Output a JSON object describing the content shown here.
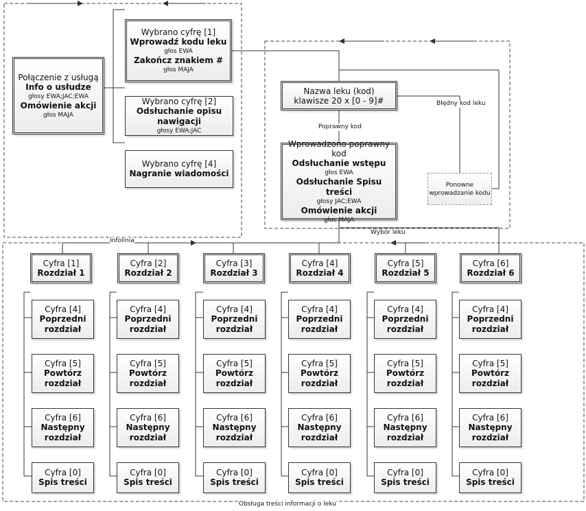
{
  "services": {
    "connect": {
      "title": "Połączenie z usługą",
      "bold1": "Info o usłudze",
      "small1": "głosy EWA;JAC;EWA",
      "bold2": "Omówienie akcji",
      "small2": "głos MAJA"
    },
    "digit1": {
      "title": "Wybrano cyfrę [1]",
      "bold1": "Wprowadź kodu leku",
      "small1": "głos EWA",
      "bold2": "Zakończ znakiem #",
      "small2": "głos MAJA"
    },
    "digit2": {
      "title": "Wybrano cyfrę [2]",
      "bold1": "Odsłuchanie opisu",
      "bold1b": "nawigacji",
      "small1": "głosy EWA;JAC"
    },
    "digit4": {
      "title": "Wybrano cyfrę [4]",
      "bold1": "Nagranie wiadomości"
    }
  },
  "drug": {
    "name_box": {
      "line1": "Nazwa leku (kod)",
      "line2": "klawisze 20 x [0 - 9]#"
    },
    "correct_box": {
      "title": "Wprowadzono poprawny kod",
      "bold1": "Odsłuchanie wstępu",
      "small1": "głos EWA",
      "bold2": "Odsłuchanie Spisu treści",
      "small2": "głosy JAC;EWA",
      "bold3": "Omówienie akcji",
      "small3": "głos MAJA"
    },
    "retry_box": {
      "line1": "Ponowne",
      "line2": "wprowadzanie kodu"
    }
  },
  "labels": {
    "correct_code": "Poprawny kod",
    "wrong_code": "Błędny kod leku",
    "infolinia": "Infolinia",
    "choose_drug": "Wybór leku",
    "content_handling": "Obsługa treści informacji o leku"
  },
  "chapters": [
    {
      "digit": "Cyfra [1]",
      "name": "Rozdział 1"
    },
    {
      "digit": "Cyfra [2]",
      "name": "Rozdział 2"
    },
    {
      "digit": "Cyfra [3]",
      "name": "Rozdział 3"
    },
    {
      "digit": "Cyfra [4]",
      "name": "Rozdział 4"
    },
    {
      "digit": "Cyfra [5]",
      "name": "Rozdział 5"
    },
    {
      "digit": "Cyfra [6]",
      "name": "Rozdział 6"
    }
  ],
  "sub_options": [
    {
      "digit": "Cyfra [4]",
      "line1": "Poprzedni",
      "line2": "rozdział"
    },
    {
      "digit": "Cyfra [5]",
      "line1": "Powtórz",
      "line2": "rozdział"
    },
    {
      "digit": "Cyfra [6]",
      "line1": "Następny",
      "line2": "rozdział"
    },
    {
      "digit": "Cyfra [0]",
      "line1": "Spis treści",
      "line2": ""
    }
  ]
}
